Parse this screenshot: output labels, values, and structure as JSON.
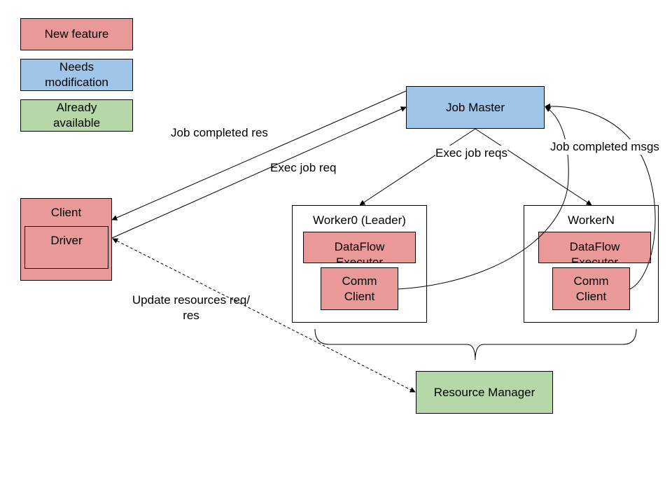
{
  "legend": {
    "new_feature": "New feature",
    "needs_modification": "Needs modification",
    "already_available": "Already available"
  },
  "nodes": {
    "job_master": "Job Master",
    "client": "Client",
    "driver": "Driver",
    "worker0": "Worker0 (Leader)",
    "worker0_executor": "DataFlow Executor",
    "worker0_comm": "Comm Client",
    "workern": "WorkerN",
    "workern_executor": "DataFlow Executor",
    "workern_comm": "Comm Client",
    "resource_manager": "Resource Manager"
  },
  "edges": {
    "job_completed_res": "Job completed res",
    "exec_job_req": "Exec job req",
    "exec_job_reqs": "Exec job reqs",
    "job_completed_msgs": "Job completed msgs",
    "update_resources": "Update resources req/ res"
  },
  "colors": {
    "new_feature": "#ea9999",
    "needs_modification": "#9fc5e8",
    "already_available": "#b6d7a8"
  }
}
